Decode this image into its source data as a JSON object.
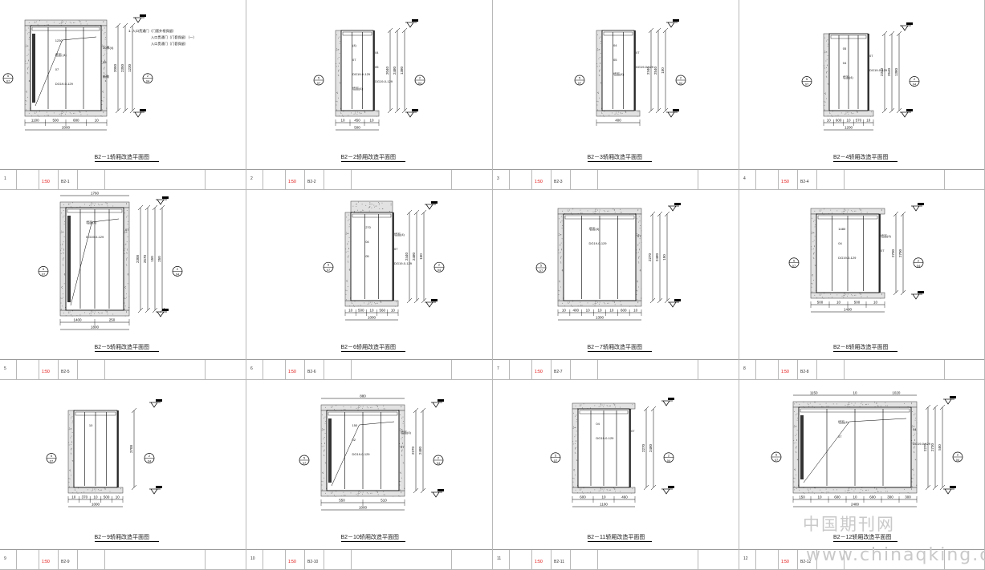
{
  "panels": [
    {
      "id": "p1",
      "title": "B2－1轿厢改造平面图",
      "row_no": "1",
      "scale": "1:50",
      "dwg": "B2-1",
      "notes": [
        "1. 入口贯通门（门套外框保留）",
        "入口贯通门（门套保留）（一）",
        "入口贯通门（门套保留）"
      ],
      "dims_bottom": [
        "1100",
        "500",
        "680",
        "10"
      ],
      "dim_total": "2000",
      "dims_right": [
        "2050",
        "2350",
        "1230"
      ],
      "labels": [
        "1230",
        "30厚(4)",
        "墙面 (4)",
        "05",
        "07",
        "新做",
        "DG19-0-129"
      ]
    },
    {
      "id": "p2",
      "title": "B2－2轿厢改造平面图",
      "row_no": "2",
      "scale": "1:50",
      "dwg": "B2-2",
      "dims_bottom": [
        "10",
        "450",
        "10"
      ],
      "dim_total": "500",
      "dims_right": [
        "2040",
        "2480",
        "1380"
      ],
      "labels": [
        "(4)",
        "04",
        "07",
        "05",
        "DG19-0-129",
        "DG19-0-129",
        "墙面(4)"
      ]
    },
    {
      "id": "p3",
      "title": "B2－3轿厢改造平面图",
      "row_no": "3",
      "scale": "1:50",
      "dwg": "B2-3",
      "dims_bottom": [
        "400"
      ],
      "dim_total": "",
      "dims_right": [
        "2340",
        "2540",
        "150"
      ],
      "labels": [
        "04",
        "07",
        "05",
        "DG19-0-129",
        "墙面(4)"
      ]
    },
    {
      "id": "p4",
      "title": "B2－4轿厢改造平面图",
      "row_no": "4",
      "scale": "1:50",
      "dwg": "B2-4",
      "dims_bottom": [
        "10",
        "600",
        "10",
        "570",
        "10"
      ],
      "dim_total": "1200",
      "dims_right": [
        "2340",
        "2540",
        "1380"
      ],
      "labels": [
        "05",
        "07",
        "04",
        "DG19-0-129",
        "墙面(4)"
      ]
    },
    {
      "id": "p5",
      "title": "B2－5轿厢改造平面图",
      "row_no": "5",
      "scale": "1:50",
      "dwg": "B2-5",
      "dims_top": [
        "1760"
      ],
      "dims_bottom": [
        "1400",
        "250"
      ],
      "dim_total": "1800",
      "dims_right": [
        "2300",
        "2570",
        "150",
        "250"
      ],
      "labels": [
        "墙面(4)",
        "07",
        "DG19-0-129"
      ]
    },
    {
      "id": "p6",
      "title": "B2－6轿厢改造平面图",
      "row_no": "6",
      "scale": "1:50",
      "dwg": "B2-6",
      "dims_bottom": [
        "10",
        "500",
        "10",
        "560",
        "10"
      ],
      "dim_total": "1000",
      "dims_right": [
        "2440",
        "2480",
        "150"
      ],
      "labels": [
        "270",
        "墙面(4)",
        "04",
        "07",
        "05",
        "DG19-0-129"
      ]
    },
    {
      "id": "p7",
      "title": "B2－7轿厢改造平面图",
      "row_no": "7",
      "scale": "1:50",
      "dwg": "B2-7",
      "dims_bottom": [
        "10",
        "400",
        "10",
        "10",
        "10",
        "600",
        "10"
      ],
      "dim_total": "1300",
      "dims_right": [
        "2270",
        "2480",
        "150"
      ],
      "labels": [
        "墙面(4)",
        "07",
        "DG19-0-129"
      ]
    },
    {
      "id": "p8",
      "title": "B2－8轿厢改造平面图",
      "row_no": "8",
      "scale": "1:50",
      "dwg": "B2-8",
      "dims_bottom": [
        "500",
        "10",
        "500",
        "10"
      ],
      "dim_total": "1490",
      "dims_right": [
        "2700",
        "2700"
      ],
      "labels": [
        "1480",
        "墙面(4)",
        "04",
        "07",
        "DG19-0-129"
      ]
    },
    {
      "id": "p9",
      "title": "B2－9轿厢改造平面图",
      "row_no": "9",
      "scale": "1:50",
      "dwg": "B2-9",
      "dims_bottom": [
        "10",
        "370",
        "10",
        "500",
        "10"
      ],
      "dim_total": "1000",
      "dims_right": [
        "2700"
      ],
      "labels": [
        "10"
      ]
    },
    {
      "id": "p10",
      "title": "B2－10轿厢改造平面图",
      "row_no": "10",
      "scale": "1:50",
      "dwg": "B2-10",
      "dims_top": [
        "880"
      ],
      "dims_bottom": [
        "550",
        "510"
      ],
      "dim_total": "1000",
      "dims_right": [
        "2270",
        "2480"
      ],
      "labels": [
        "150",
        "墙面(4)",
        "02",
        "07",
        "DG19-0-129"
      ]
    },
    {
      "id": "p11",
      "title": "B2－11轿厢改造平面图",
      "row_no": "11",
      "scale": "1:50",
      "dwg": "B2-11",
      "dims_bottom": [
        "600",
        "10",
        "460"
      ],
      "dim_total": "1100",
      "dims_right": [
        "2270",
        "2480"
      ],
      "labels": [
        "04",
        "07",
        "DG19-0-129"
      ]
    },
    {
      "id": "p12",
      "title": "B2－12轿厢改造平面图",
      "row_no": "12",
      "scale": "1:50",
      "dwg": "B2-12",
      "dims_top": [
        "1150",
        "10",
        "1020"
      ],
      "dims_bottom": [
        "150",
        "10",
        "600",
        "10",
        "600",
        "300",
        "300"
      ],
      "dim_total": "2480",
      "dims_right": [
        "2270",
        "2730",
        "550"
      ],
      "labels": [
        "墙面(4)",
        "04",
        "07",
        "DG19-0-129"
      ]
    }
  ],
  "watermark": {
    "cn": "中国期刊网",
    "url": "www.chinaqking.com"
  }
}
